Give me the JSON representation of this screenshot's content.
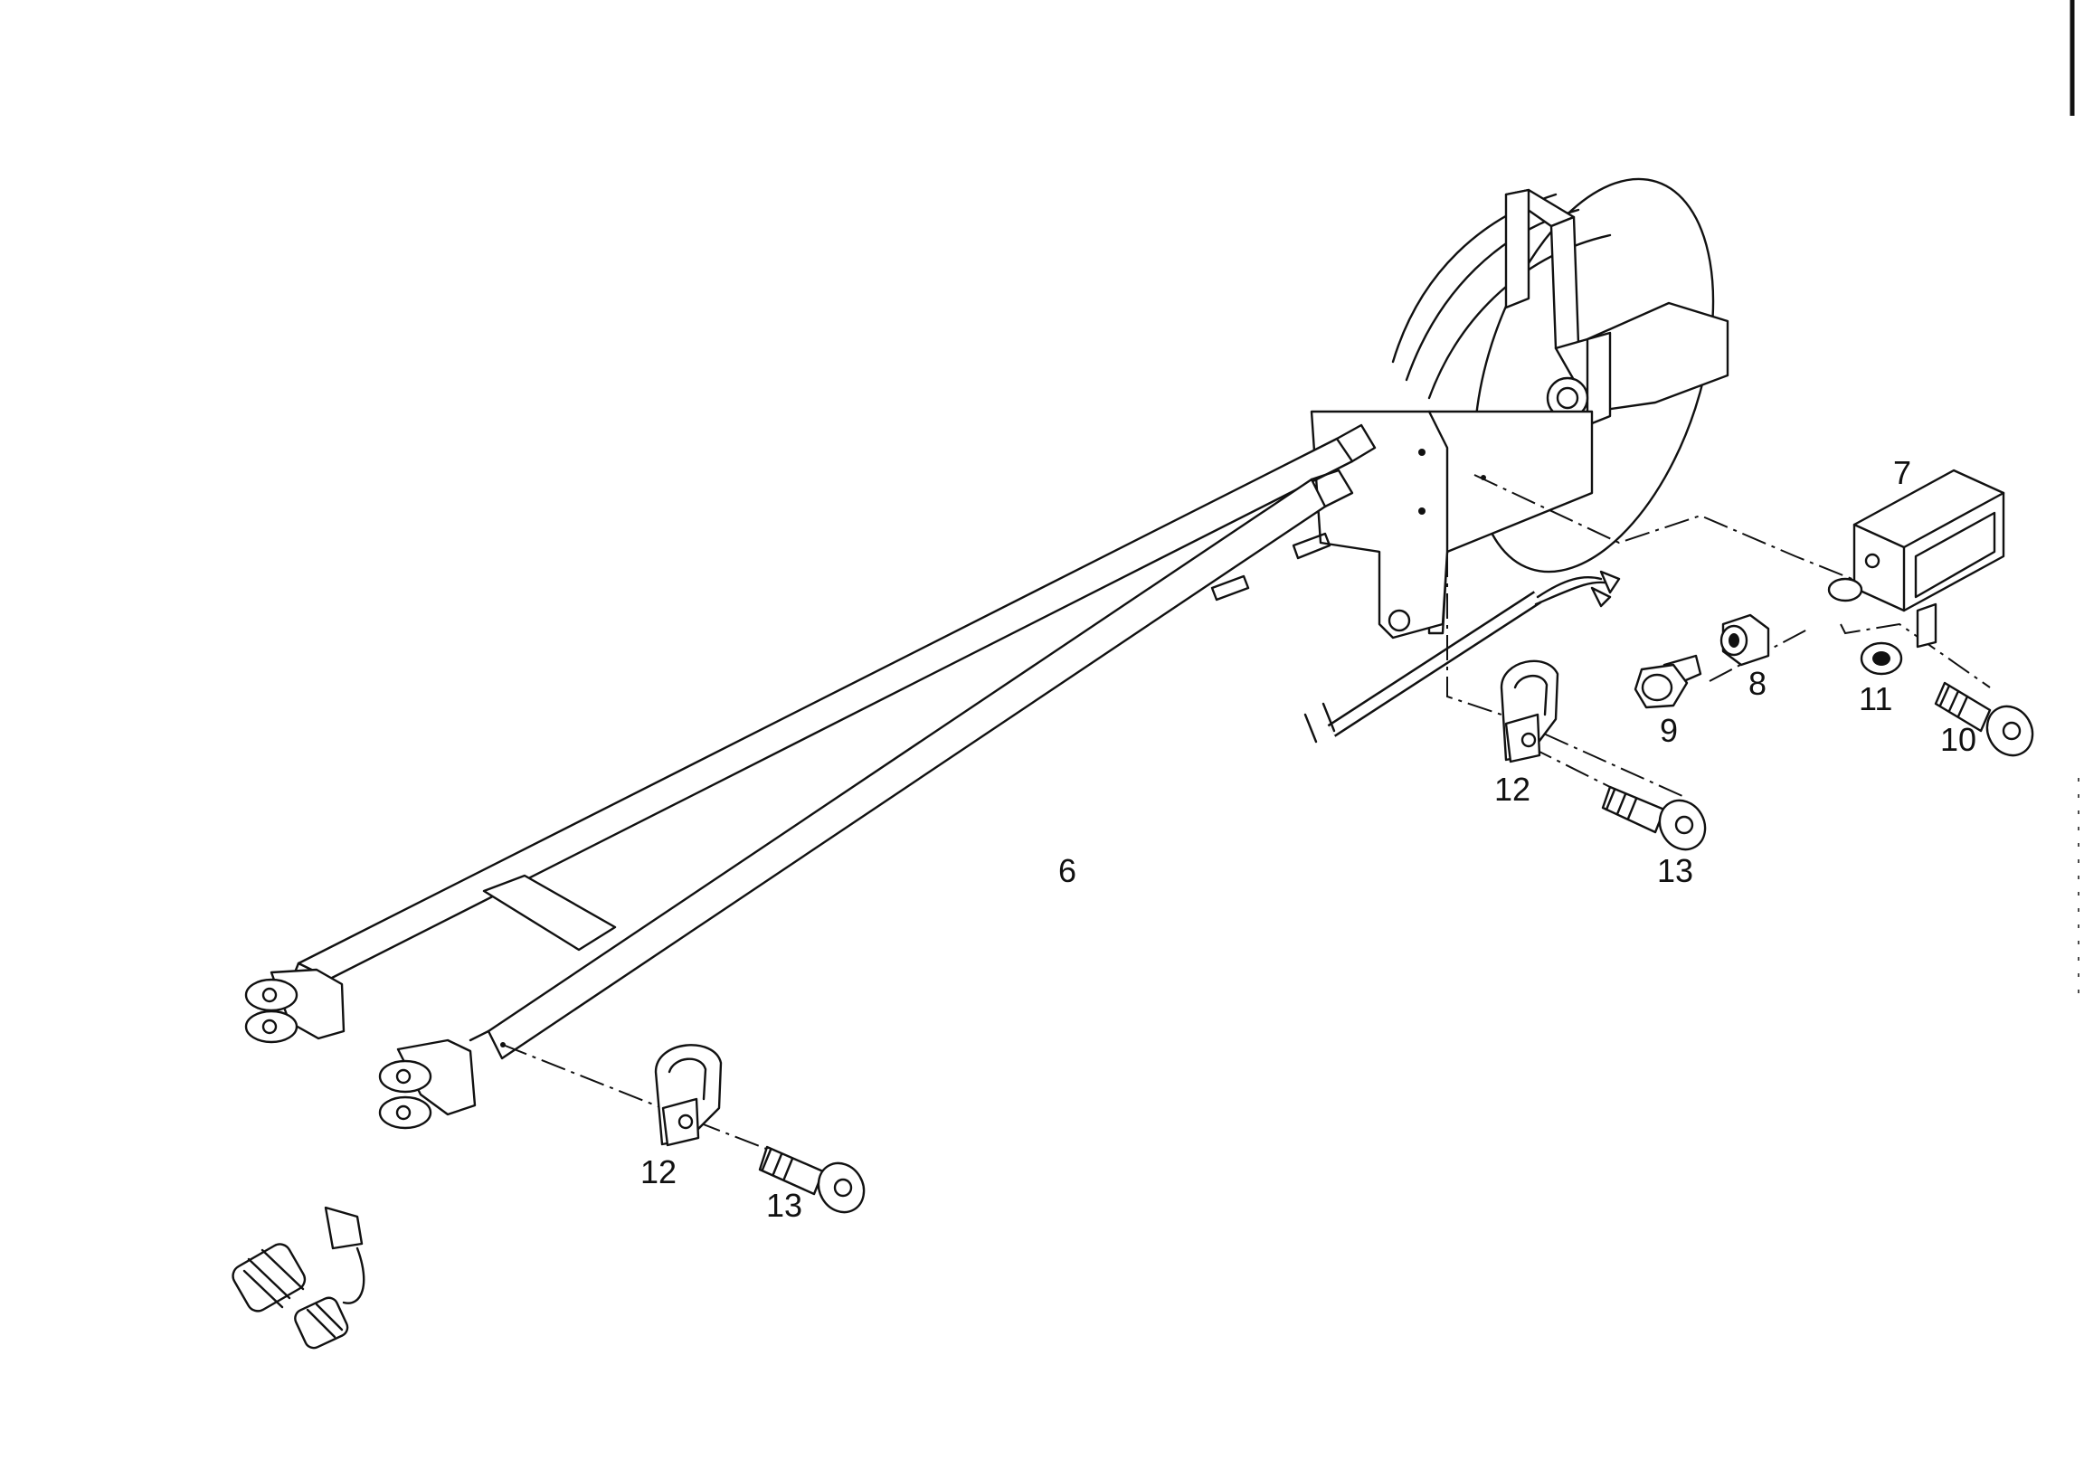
{
  "callouts": {
    "cable": "6",
    "switch_box": "7",
    "nut": "8",
    "bolt_short": "9",
    "screw_box": "10",
    "washer": "11",
    "clamp_upper": "12",
    "screw_upper": "13",
    "clamp_lower": "12",
    "screw_lower": "13"
  },
  "colors": {
    "ink": "#111111",
    "paper": "#ffffff"
  }
}
